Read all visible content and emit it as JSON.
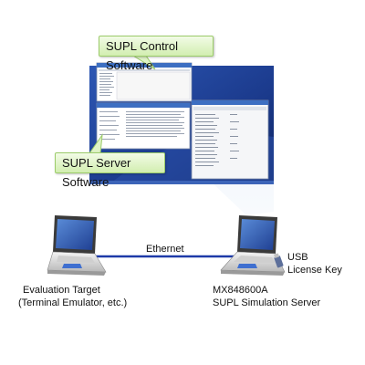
{
  "callouts": {
    "control_software": "SUPL Control Software",
    "server_software": "SUPL Server Software"
  },
  "connection": {
    "label": "Ethernet"
  },
  "devices": {
    "evaluation_target": {
      "line1": "Evaluation Target",
      "line2": "(Terminal Emulator, etc.)"
    },
    "simulation_server": {
      "line1": "MX848600A",
      "line2": "SUPL Simulation Server"
    },
    "usb_key": {
      "line1": "USB",
      "line2": "License Key"
    }
  },
  "colors": {
    "ethernet_line": "#1e3aa8",
    "desktop_blue": "#1b3a8c",
    "callout_fill": "#dff3c6",
    "callout_border": "#9ccc6a",
    "projection": "#cfe0f5"
  }
}
